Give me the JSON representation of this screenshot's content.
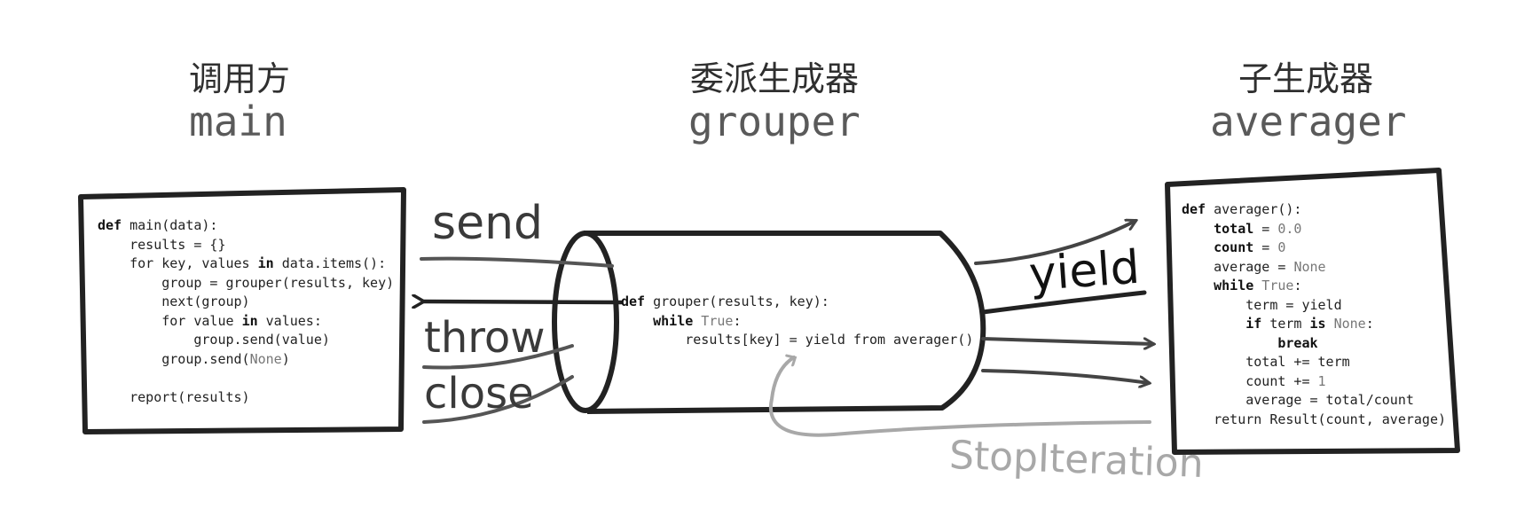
{
  "columns": {
    "caller": {
      "title_cn": "调用方",
      "title_code": "main"
    },
    "delegator": {
      "title_cn": "委派生成器",
      "title_code": "grouper"
    },
    "subgen": {
      "title_cn": "子生成器",
      "title_code": "averager"
    }
  },
  "main_code": {
    "line1_kw": "def",
    "line1_rest": " main(data):",
    "line2": "    results = {}",
    "line3_a": "    for key, values ",
    "line3_kw": "in",
    "line3_b": " data.items():",
    "line4": "        group = grouper(results, key)",
    "line5": "        next(group)",
    "line6_a": "        for value ",
    "line6_kw": "in",
    "line6_b": " values:",
    "line7": "            group.send(value)",
    "line8_a": "        group.send(",
    "line8_dim": "None",
    "line8_b": ")",
    "line9": "",
    "line10": "    report(results)"
  },
  "grouper_code": {
    "line1_kw": "def",
    "line1_rest": " grouper(results, key):",
    "line2_kw": "    while",
    "line2_dim": " True",
    "line2_rest": ":",
    "line3": "        results[key] = yield from averager()"
  },
  "averager_code": {
    "line1_kw": "def",
    "line1_rest": " averager():",
    "line2_kw": "    total",
    "line2_rest": " = ",
    "line2_dim": "0.0",
    "line3_kw": "    count",
    "line3_rest": " = ",
    "line3_dim": "0",
    "line4_a": "    average = ",
    "line4_dim": "None",
    "line5_kw": "    while",
    "line5_dim": " True",
    "line5_rest": ":",
    "line6": "        term = yield",
    "line7_kw": "        if",
    "line7_a": " term ",
    "line7_kw2": "is",
    "line7_dim": " None",
    "line7_b": ":",
    "line8_kw": "            break",
    "line9_a": "        total += term",
    "line10_a": "        count += ",
    "line10_dim": "1",
    "line11": "        average = total/count",
    "line12": "    return Result(count, average)"
  },
  "arrow_labels": {
    "send": "send",
    "throw": "throw",
    "close": "close",
    "yield": "yield",
    "stop_iteration": "StopIteration"
  },
  "colors": {
    "ink": "#222222",
    "grey": "#555555",
    "light_grey": "#a8a8a8"
  }
}
